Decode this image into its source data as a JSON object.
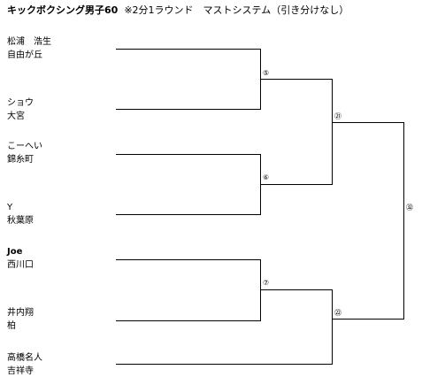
{
  "title": {
    "event": "キックボクシング男子60",
    "rules": "※2分1ラウンド　マストシステム（引き分けなし）"
  },
  "players": [
    {
      "name": "松浦　浩生",
      "team": "自由が丘",
      "bold": false
    },
    {
      "name": "ショウ",
      "team": "大宮",
      "bold": false
    },
    {
      "name": "こーへい",
      "team": "錦糸町",
      "bold": false
    },
    {
      "name": "Y",
      "team": "秋葉原",
      "bold": false
    },
    {
      "name": "Joe",
      "team": "西川口",
      "bold": true
    },
    {
      "name": "井内翔",
      "team": "柏",
      "bold": false
    },
    {
      "name": "高橋名人",
      "team": "吉祥寺",
      "bold": false
    }
  ],
  "matches": {
    "m5": "⑤",
    "m6": "⑥",
    "m7": "⑦",
    "m21": "㉑",
    "m22": "㉒",
    "m32": "㉜"
  }
}
